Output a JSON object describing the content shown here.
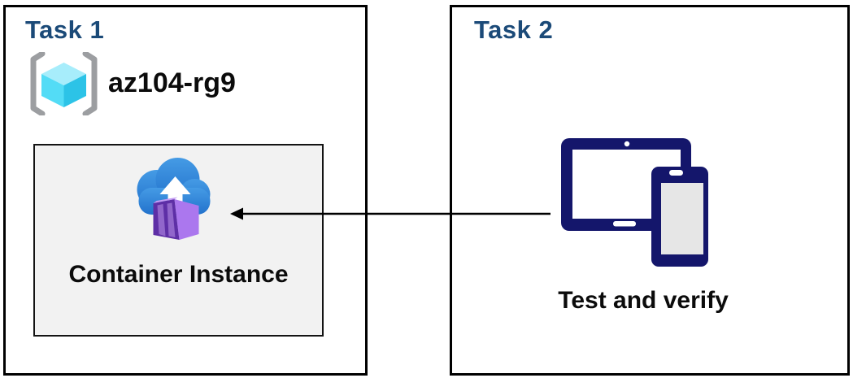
{
  "diagram": {
    "task1": {
      "title": "Task 1",
      "resource_group_name": "az104-rg9",
      "container_label": "Container Instance"
    },
    "task2": {
      "title": "Task 2",
      "caption": "Test and verify"
    }
  },
  "icons": {
    "resource_group": "azure-resource-group-icon",
    "container_instance": "azure-container-instance-icon",
    "devices": "tablet-and-phone-icon",
    "arrow": "left-arrow-connector"
  },
  "colors": {
    "title_navy": "#1B4A78",
    "box_border": "#000000",
    "inner_box_fill": "#F2F2F2",
    "inner_box_border": "#141414",
    "device_navy": "#14166B",
    "device_screen_white": "#FFFFFF",
    "device_screen_gray": "#E6E6E6",
    "cloud_blue_top": "#459BE5",
    "cloud_blue_bottom": "#2272CC",
    "arrow_white": "#FFFFFF",
    "cube_top": "#A7EDFB",
    "cube_left": "#53DCF6",
    "cube_right": "#2CC3E7",
    "bracket_gray": "#9C9EA1",
    "container_end_dark": "#5E2FA6",
    "container_panel": "#9166CB",
    "container_side": "#AB77EE",
    "container_top": "#C49BF4",
    "arrow_black": "#000000"
  }
}
